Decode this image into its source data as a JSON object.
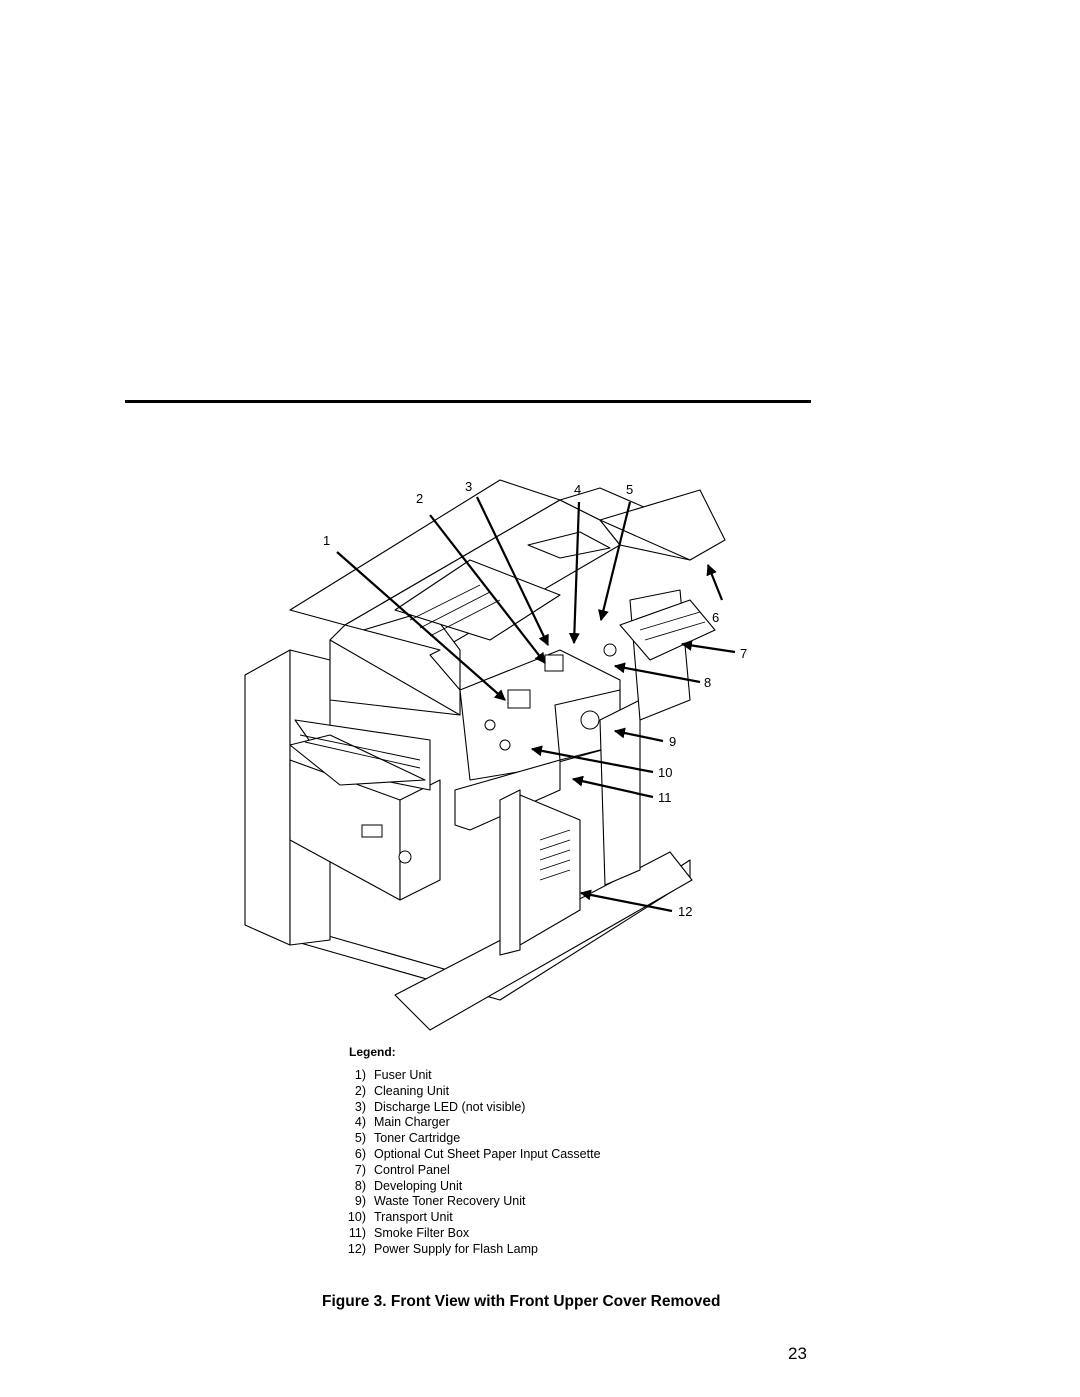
{
  "figure": {
    "callouts": [
      "1",
      "2",
      "3",
      "4",
      "5",
      "6",
      "7",
      "8",
      "9",
      "10",
      "11",
      "12"
    ],
    "legend_title": "Legend:",
    "legend": [
      {
        "num": "1)",
        "label": "Fuser Unit"
      },
      {
        "num": "2)",
        "label": "Cleaning Unit"
      },
      {
        "num": "3)",
        "label": "Discharge LED (not visible)"
      },
      {
        "num": "4)",
        "label": "Main Charger"
      },
      {
        "num": "5)",
        "label": "Toner Cartridge"
      },
      {
        "num": "6)",
        "label": "Optional Cut Sheet Paper Input Cassette"
      },
      {
        "num": "7)",
        "label": "Control Panel"
      },
      {
        "num": "8)",
        "label": "Developing Unit"
      },
      {
        "num": "9)",
        "label": "Waste Toner Recovery Unit"
      },
      {
        "num": "10)",
        "label": "Transport Unit"
      },
      {
        "num": "11)",
        "label": "Smoke Filter Box"
      },
      {
        "num": "12)",
        "label": "Power Supply for Flash Lamp"
      }
    ],
    "caption": "Figure 3. Front View with Front Upper Cover Removed"
  },
  "page_number": "23"
}
